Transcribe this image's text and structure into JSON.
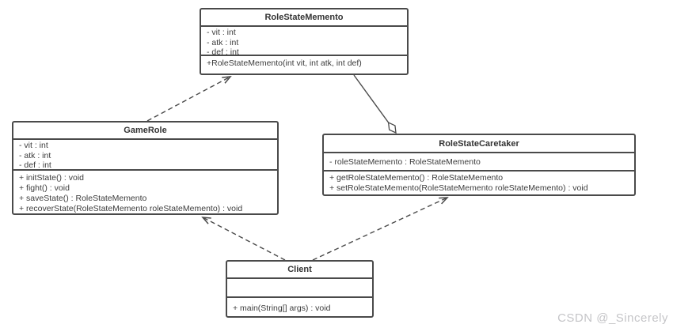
{
  "diagram_title": "Memento pattern UML class diagram",
  "watermark": "CSDN @_Sincerely",
  "colors": {
    "line": "#4a4a4a",
    "text": "#3c3c3c",
    "background": "#ffffff",
    "watermark": "#c5c5c8"
  },
  "classes": [
    {
      "name": "RoleStateMemento",
      "attributes": [
        "- vit : int",
        "- atk : int",
        "- def : int"
      ],
      "methods": [
        "+RoleStateMemento(int vit, int atk, int def)"
      ]
    },
    {
      "name": "GameRole",
      "attributes": [
        "- vit : int",
        "- atk : int",
        "- def : int"
      ],
      "methods": [
        "+ initState() : void",
        "+ fight() : void",
        "+ saveState() : RoleStateMemento",
        "+ recoverState(RoleStateMemento roleStateMemento) : void"
      ]
    },
    {
      "name": "RoleStateCaretaker",
      "attributes": [
        "- roleStateMemento : RoleStateMemento"
      ],
      "methods": [
        "+ getRoleStateMemento() : RoleStateMemento",
        "+ setRoleStateMemento(RoleStateMemento roleStateMemento) : void"
      ]
    },
    {
      "name": "Client",
      "attributes": [],
      "methods": [
        "+ main(String[] args) : void"
      ]
    }
  ],
  "relationships": [
    {
      "from": "GameRole",
      "to": "RoleStateMemento",
      "type": "dependency",
      "line": "dashed-open-arrow"
    },
    {
      "from": "RoleStateCaretaker",
      "to": "RoleStateMemento",
      "type": "aggregation",
      "line": "solid-hollow-diamond"
    },
    {
      "from": "Client",
      "to": "GameRole",
      "type": "dependency",
      "line": "dashed-open-arrow"
    },
    {
      "from": "Client",
      "to": "RoleStateCaretaker",
      "type": "dependency",
      "line": "dashed-open-arrow"
    }
  ]
}
